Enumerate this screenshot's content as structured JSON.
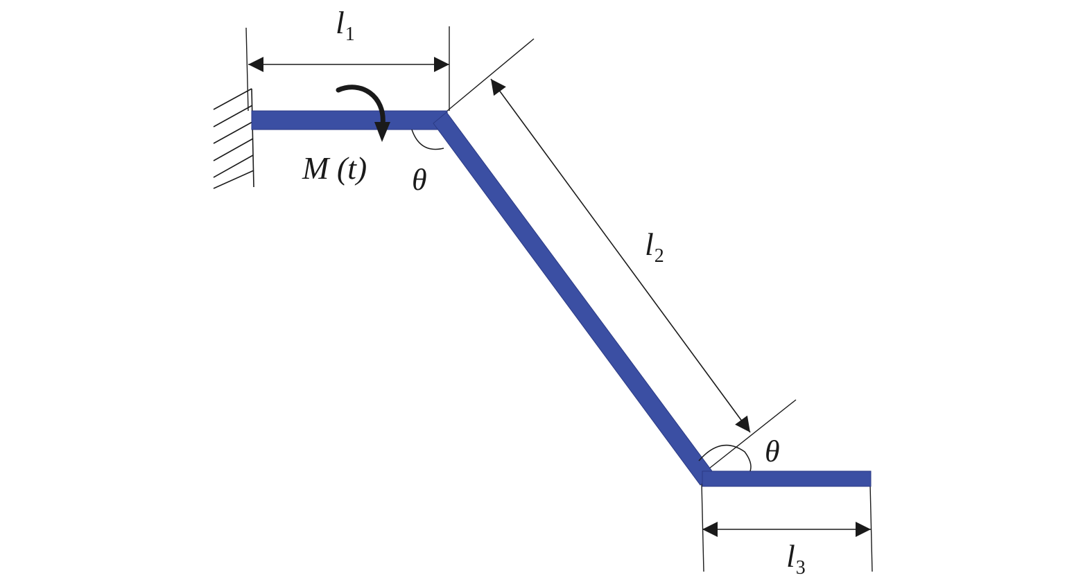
{
  "labels": {
    "l1": {
      "var": "l",
      "sub": "1"
    },
    "l2": {
      "var": "l",
      "sub": "2"
    },
    "l3": {
      "var": "l",
      "sub": "3"
    },
    "moment": "M (t)",
    "theta_top": "θ",
    "theta_bottom": "θ"
  },
  "colors": {
    "beam": "#3b4fa3",
    "beam_edge": "#2b3a84",
    "line": "#1a1a1a"
  }
}
